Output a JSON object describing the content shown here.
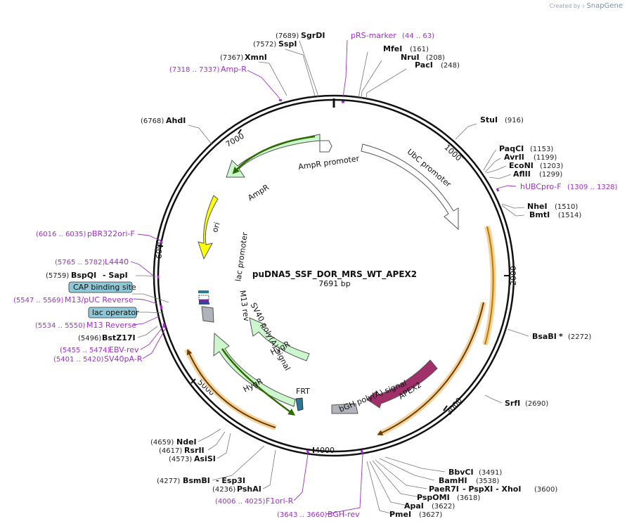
{
  "credit": {
    "prefix": "Created by",
    "brand": "SnapGene"
  },
  "map": {
    "name": "puDNA5_SSF_DOR_MRS_WT_APEX2",
    "length": "7691 bp"
  },
  "ticks": [
    "1000",
    "2000",
    "3000",
    "4000",
    "5000",
    "6000",
    "7000"
  ],
  "enzymes": [
    {
      "pos": "(7689)",
      "name": "SgrDI"
    },
    {
      "pos": "(7572)",
      "name": "SspI"
    },
    {
      "pos": "(7367)",
      "name": "XmnI"
    },
    {
      "pos": "(161)",
      "name": "MfeI"
    },
    {
      "pos": "(208)",
      "name": "NruI"
    },
    {
      "pos": "(248)",
      "name": "PacI"
    },
    {
      "pos": "(6768)",
      "name": "AhdI"
    },
    {
      "pos": "(916)",
      "name": "StuI"
    },
    {
      "pos": "(1153)",
      "name": "PaqCI"
    },
    {
      "pos": "(1199)",
      "name": "AvrII"
    },
    {
      "pos": "(1203)",
      "name": "EcoNI"
    },
    {
      "pos": "(1299)",
      "name": "AflII"
    },
    {
      "pos": "(1510)",
      "name": "NheI"
    },
    {
      "pos": "(1514)",
      "name": "BmtI"
    },
    {
      "pos": "(5759)",
      "name": "BspQI",
      "extra": "- SapI"
    },
    {
      "pos": "(2272)",
      "name": "BsaBI",
      "extra": "*"
    },
    {
      "pos": "(5496)",
      "name": "BstZ17I"
    },
    {
      "pos": "(2690)",
      "name": "SrfI"
    },
    {
      "pos": "(4659)",
      "name": "NdeI"
    },
    {
      "pos": "(4617)",
      "name": "RsrII"
    },
    {
      "pos": "(4573)",
      "name": "AsiSI"
    },
    {
      "pos": "(4277)",
      "name": "BsmBI",
      "extra": "- Esp3I"
    },
    {
      "pos": "(4236)",
      "name": "PshAI"
    },
    {
      "pos": "(3491)",
      "name": "BbvCI"
    },
    {
      "pos": "(3538)",
      "name": "BamHI"
    },
    {
      "pos": "(3600)",
      "name": "PaeR7I",
      "extra": "- PspXI  - XhoI"
    },
    {
      "pos": "(3618)",
      "name": "PspOMI"
    },
    {
      "pos": "(3622)",
      "name": "ApaI"
    },
    {
      "pos": "(3627)",
      "name": "PmeI"
    }
  ],
  "primers": [
    {
      "name": "pRS-marker",
      "range": "(44 .. 63)"
    },
    {
      "name": "Amp-R",
      "range": "(7318 .. 7337)"
    },
    {
      "name": "hUBCpro-F",
      "range": "(1309 .. 1328)"
    },
    {
      "name": "pBR322ori-F",
      "range": "(6016 .. 6035)"
    },
    {
      "name": "L4440",
      "range": "(5765 .. 5782)"
    },
    {
      "name": "M13/pUC Reverse",
      "range": "(5547 .. 5569)"
    },
    {
      "name": "M13 Reverse",
      "range": "(5534 .. 5550)"
    },
    {
      "name": "EBV-rev",
      "range": "(5455 .. 5474)"
    },
    {
      "name": "SV40pA-R",
      "range": "(5401 .. 5420)"
    },
    {
      "name": "F1ori-R",
      "range": "(4006 .. 4025)"
    },
    {
      "name": "BGH-rev",
      "range": "(3643 .. 3660)"
    }
  ],
  "boxed_features": [
    "CAP binding site",
    "lac operator"
  ],
  "features": [
    "AmpR promoter",
    "AmpR",
    "UbC promoter",
    "ori",
    "lac promoter",
    "M13 rev",
    "SV40 poly(A) signal",
    "HygR",
    "HygR",
    "FRT",
    "bGH poly(A) signal",
    "APEX2"
  ],
  "colors": {
    "primer": "#9b30c8",
    "hygr_fill": "#ccf7cc",
    "ori_fill": "#ffff00",
    "apex2_fill": "#a0306a",
    "orf_highlight": "#e8a040",
    "box_fill": "#8ec8d6"
  }
}
